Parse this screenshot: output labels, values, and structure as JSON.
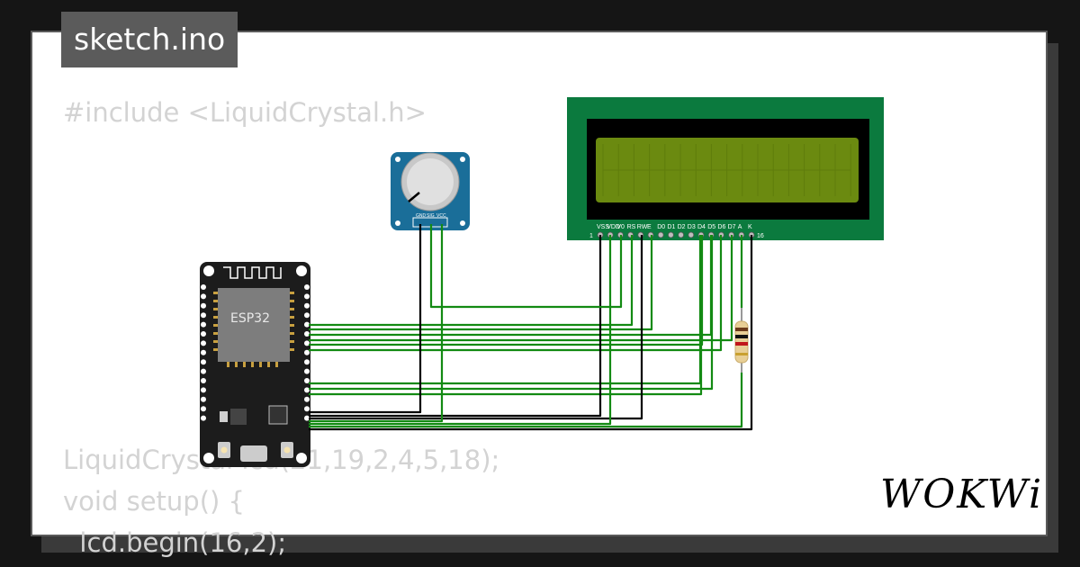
{
  "tab": {
    "title": "sketch.ino"
  },
  "code": {
    "top_lines": [
      "#include <LiquidCrystal.h>"
    ],
    "bottom_lines": [
      "LiquidCrystal lcd(21,19,2,4,5,18);",
      "void setup() {",
      "  lcd.begin(16,2);"
    ]
  },
  "esp32": {
    "label": "ESP32"
  },
  "lcd": {
    "pins": [
      "VSS",
      "VDD",
      "V0",
      "RS",
      "RW",
      "E",
      "D0",
      "D1",
      "D2",
      "D3",
      "D4",
      "D5",
      "D6",
      "D7",
      "A",
      "K"
    ],
    "pin_first": "1",
    "pin_last": "16"
  },
  "potentiometer": {
    "pins": [
      "GND",
      "SIG",
      "VCC"
    ]
  },
  "logo": {
    "text": "WOKWi"
  },
  "colors": {
    "lcd_board": "#0b7a3e",
    "lcd_screen": "#6b8a10",
    "esp32_board": "#1c1c1c",
    "pot_board": "#1a6e99",
    "wire_green": "#138a13",
    "wire_black": "#000000"
  }
}
